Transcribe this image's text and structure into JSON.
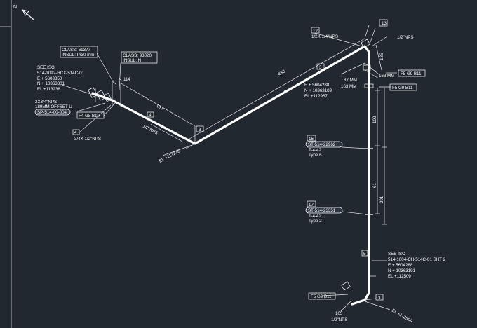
{
  "drawing": {
    "north_label": "N",
    "west_leg": {
      "class_1": "CLASS: 61377",
      "insul_1": "INSUL: P/30 mm",
      "class_2": "CLASS: 93020",
      "insul_2": "INSUL: N",
      "iso_ref": [
        "SEE ISO",
        "514-1092-HCX-514C-01",
        "E + 5603850",
        "N + 10363301",
        "EL +113238"
      ],
      "dim_114": "114",
      "dim_100": "100",
      "branch_note": [
        "2X3/4\"NPS",
        "189MM OFFSET U"
      ],
      "branch_tag": "SP-514-00-004",
      "flange_tag": "F4 G8 B10",
      "size_half": "1/2\"NPS",
      "item_4": "4",
      "size_reducer": "3/4X 1/2\"NPS",
      "item_3": "3",
      "elbow_el": "EL +113238"
    },
    "diagonal_leg": {
      "dim_438": "438",
      "item_3": "3",
      "item_12": "12",
      "item_13": "13",
      "size_top": "1/2X 1/4\"NPS",
      "size_right": "1/2\"NPS",
      "coord": [
        "E + 5604288",
        "N + 10363189",
        "EL +112967"
      ],
      "mm_87": "87 MM",
      "mm_163_a": "163 MM",
      "mm_163_b": "163 MM",
      "dim_185": "185",
      "flange_top": "F5 G9 B11",
      "flange_bottom": "F5 G9 B11"
    },
    "riser": {
      "dim_100": "100",
      "support_1_item": "16",
      "support_1_tag": "ST-514-22962",
      "support_1_l1": "T-4-42",
      "support_1_l2": "Type 6",
      "support_2_item": "17",
      "support_2_tag": "ST-514-23351",
      "support_2_l1": "T-4-42",
      "support_2_l2": "Type 2",
      "dim_61": "61",
      "dim_291": "291",
      "item_5": "5",
      "iso_ref": [
        "SEE ISO",
        "514-1004-CH-514C-01 SHT 2",
        "E + 5604288",
        "N + 10363191",
        "EL +112509"
      ],
      "flange_bottom": "F5 G9 B11",
      "dim_105": "105",
      "size_bottom": "1/2\"NPS",
      "item_3": "3",
      "elbow_el": "EL +112509"
    }
  }
}
